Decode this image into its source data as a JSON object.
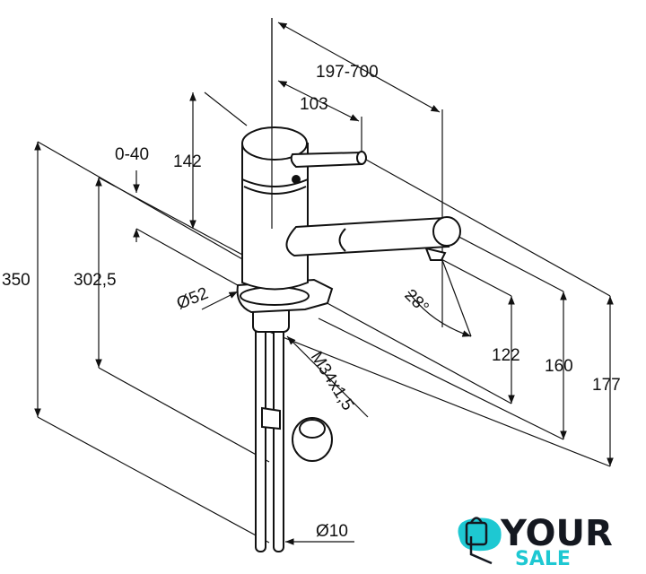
{
  "dimensions": {
    "reach": "197-700",
    "lever_offset": "103",
    "adjust": "0-40",
    "body_height": "142",
    "total_height": "350",
    "height_302": "302,5",
    "base_diameter": "Ø52",
    "swivel_angle": "28°",
    "thread": "M34x1,5",
    "spout_122": "122",
    "spout_160": "160",
    "spout_177": "177",
    "pipe_diameter": "Ø10"
  },
  "logo": {
    "line1": "YOUR",
    "line2": "SALE"
  },
  "colors": {
    "line": "#111111",
    "logo_dark": "#141820",
    "logo_accent": "#1ec8d2"
  }
}
